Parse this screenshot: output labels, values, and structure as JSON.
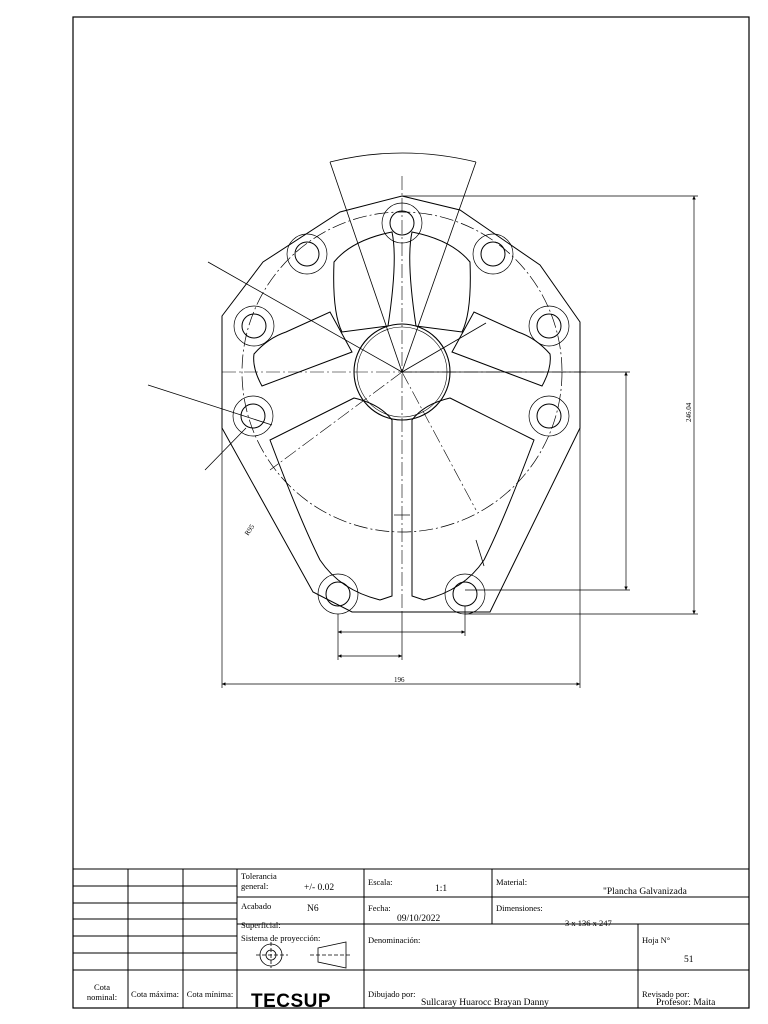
{
  "drawing": {
    "dimensions": {
      "overall_width": "196",
      "overall_height": "246.04",
      "radius_note": "R95"
    }
  },
  "title_block": {
    "cota_headers": [
      "Cota nominal:",
      "Cota máxima:",
      "Cota mínima:"
    ],
    "tolerancia_label": "Tolerancia general:",
    "tolerancia_value": "+/- 0.02",
    "acabado_label": "Acabado Superficial:",
    "acabado_value": "N6",
    "sistema_label": "Sistema de proyección:",
    "escala_label": "Escala:",
    "escala_value": "1:1",
    "fecha_label": "Fecha:",
    "fecha_value": "09/10/2022",
    "material_label": "Material:",
    "material_value": "\"Plancha Galvanizada",
    "dimensiones_label": "Dimensiones:",
    "dimensiones_value": "3 x 136 x 247",
    "denominacion_label": "Denominación:",
    "hoja_label": "Hoja N°",
    "hoja_value": "51",
    "dibujado_label": "Dibujado por:",
    "dibujado_value": "Sullcaray Huarocc Brayan Danny",
    "revisado_label": "Revisado por:",
    "revisado_value": "Profesor: Maita",
    "logo_text": "TECSUP"
  }
}
